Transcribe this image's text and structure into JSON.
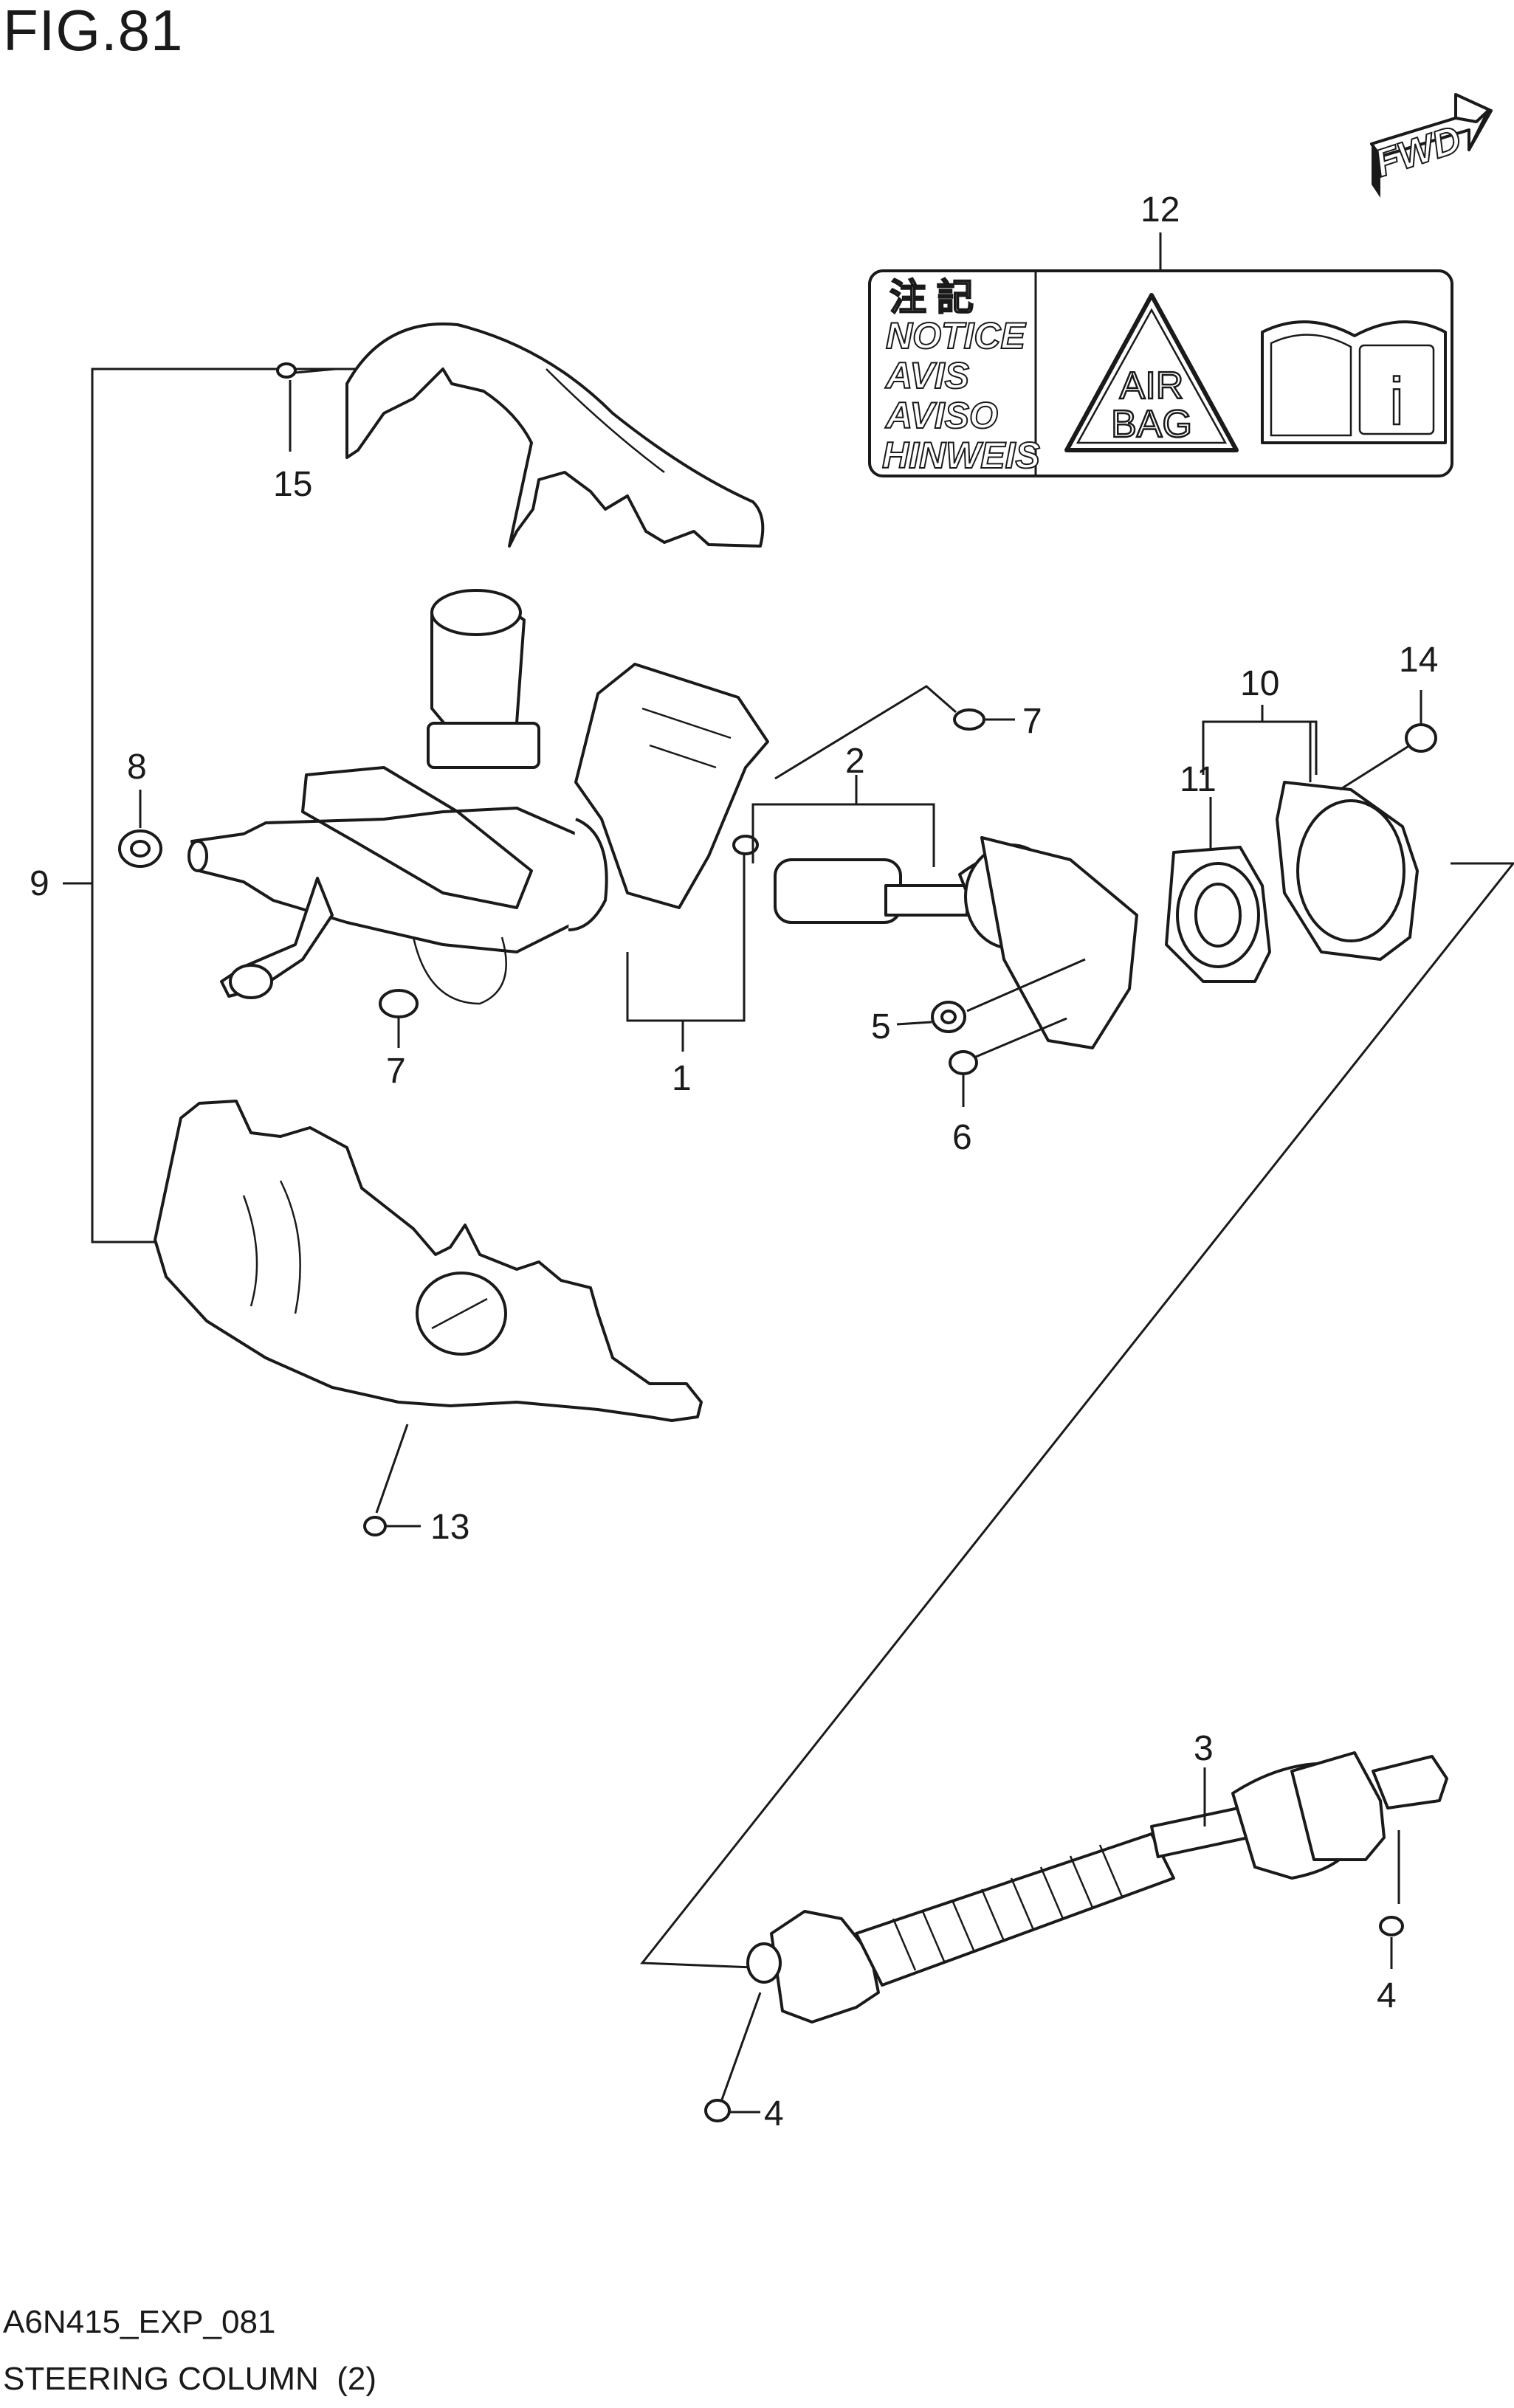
{
  "figure": {
    "title": "FIG.81",
    "code": "A6N415_EXP_081",
    "name": "STEERING COLUMN  (2)"
  },
  "direction": {
    "label": "FWD"
  },
  "notice_label": {
    "lines": [
      "注  記",
      "NOTICE",
      "AVIS",
      "AVISO",
      "HINWEIS"
    ],
    "airbag_lines": [
      "AIR",
      "BAG"
    ],
    "info_glyph": "i"
  },
  "callouts": {
    "c1": "1",
    "c2": "2",
    "c3": "3",
    "c4a": "4",
    "c4b": "4",
    "c5": "5",
    "c6": "6",
    "c7a": "7",
    "c7b": "7",
    "c8": "8",
    "c9": "9",
    "c10": "10",
    "c11": "11",
    "c12": "12",
    "c13": "13",
    "c14": "14",
    "c15": "15"
  },
  "icons": [
    "fwd-arrow-icon",
    "airbag-warning-icon",
    "manual-book-icon"
  ]
}
